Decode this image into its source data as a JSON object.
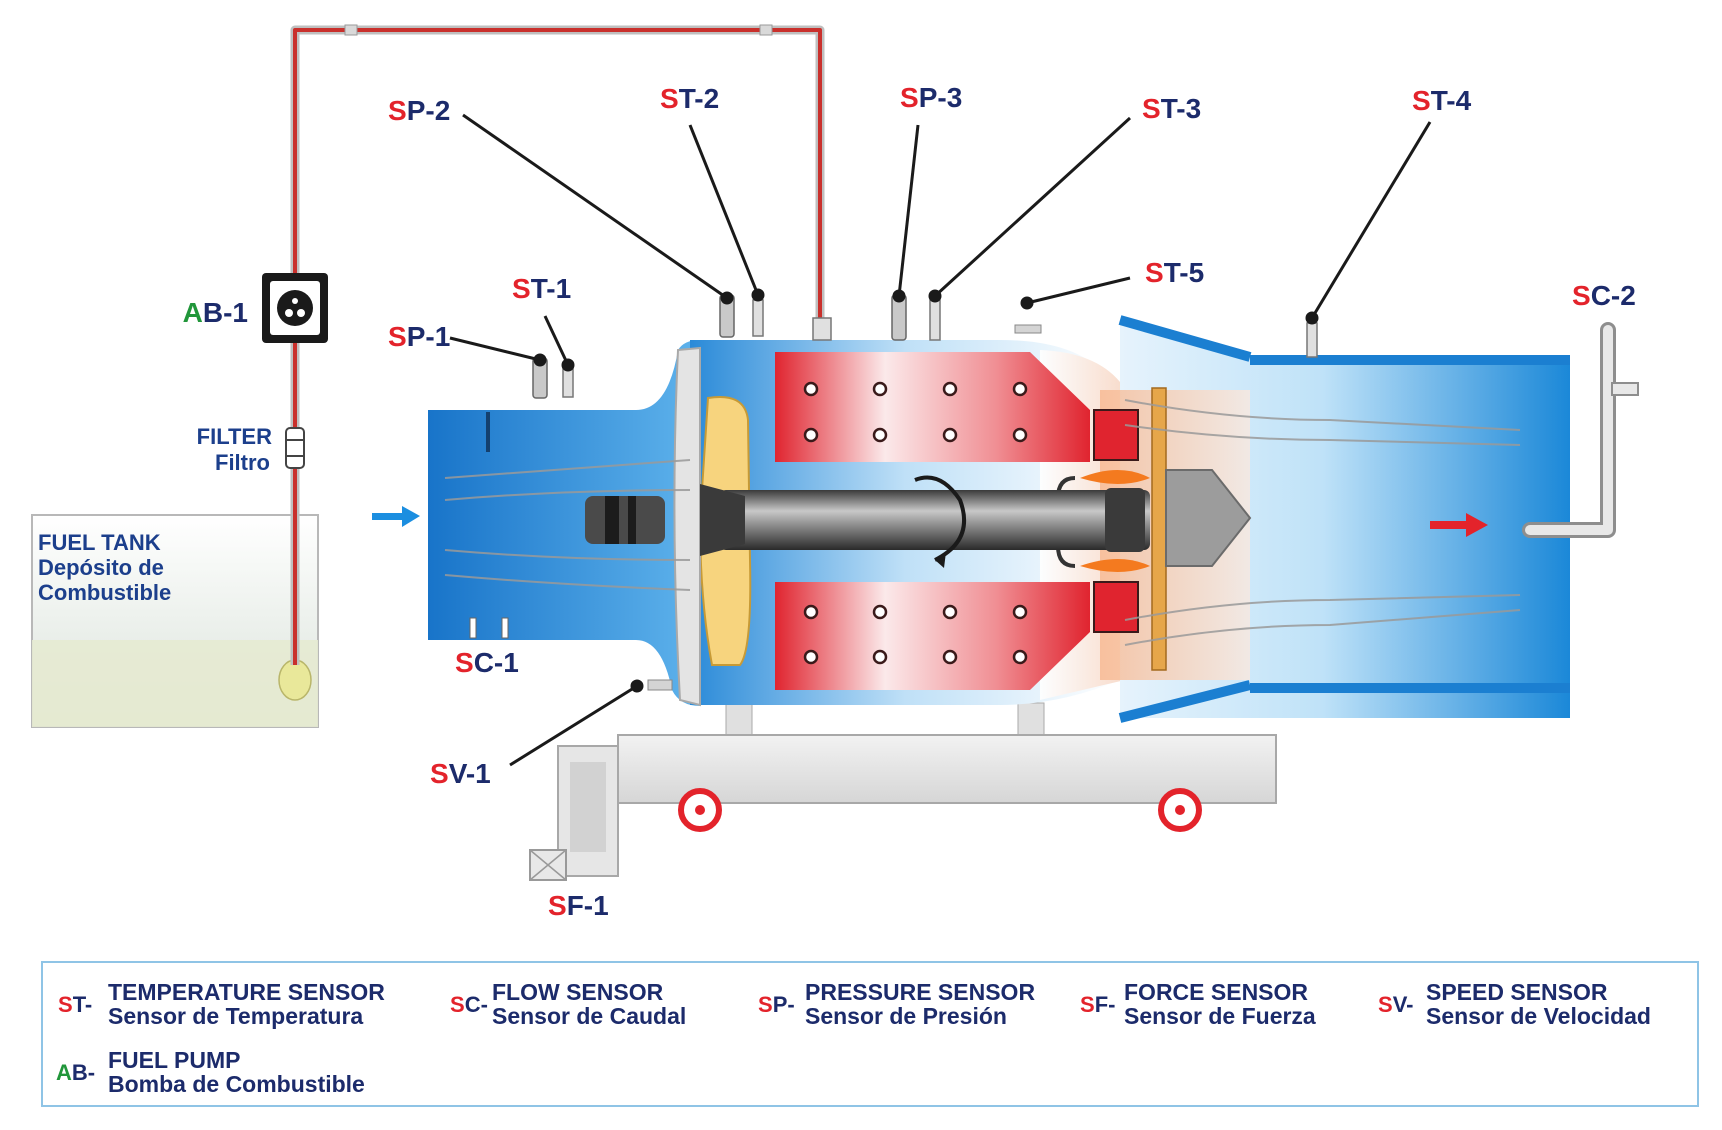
{
  "labels": {
    "sp2": {
      "s": "S",
      "rest": "P-2"
    },
    "st2": {
      "s": "S",
      "rest": "T-2"
    },
    "sp3": {
      "s": "S",
      "rest": "P-3"
    },
    "st3": {
      "s": "S",
      "rest": "T-3"
    },
    "st4": {
      "s": "S",
      "rest": "T-4"
    },
    "st1": {
      "s": "S",
      "rest": "T-1"
    },
    "sp1": {
      "s": "S",
      "rest": "P-1"
    },
    "st5": {
      "s": "S",
      "rest": "T-5"
    },
    "sc2": {
      "s": "S",
      "rest": "C-2"
    },
    "sc1": {
      "s": "S",
      "rest": "C-1"
    },
    "sv1": {
      "s": "S",
      "rest": "V-1"
    },
    "sf1": {
      "s": "S",
      "rest": "F-1"
    },
    "ab1": {
      "s": "A",
      "rest": "B-1"
    }
  },
  "filter": {
    "line1": "FILTER",
    "line2": "Filtro"
  },
  "tank": {
    "line1": "FUEL TANK",
    "line2": "Depósito de",
    "line3": "Combustible"
  },
  "legend": [
    {
      "s": "S",
      "code": "T-",
      "en": "TEMPERATURE SENSOR",
      "es": "Sensor de Temperatura"
    },
    {
      "s": "S",
      "code": "C-",
      "en": "FLOW SENSOR",
      "es": "Sensor de Caudal"
    },
    {
      "s": "S",
      "code": "P-",
      "en": "PRESSURE SENSOR",
      "es": "Sensor de Presión"
    },
    {
      "s": "S",
      "code": "F-",
      "en": "FORCE SENSOR",
      "es": "Sensor de Fuerza"
    },
    {
      "s": "S",
      "code": "V-",
      "en": "SPEED SENSOR",
      "es": "Sensor de Velocidad"
    },
    {
      "s": "A",
      "code": "B-",
      "en": "FUEL PUMP",
      "es": "Bomba de Combustible"
    }
  ],
  "colors": {
    "sensor_red": "#e3232b",
    "label_navy": "#1c2b6b",
    "pump_green": "#21963a",
    "duct_blue": "#1b7fd1",
    "combustor_red": "#e0242f",
    "fuel_line": "#c9302c"
  }
}
